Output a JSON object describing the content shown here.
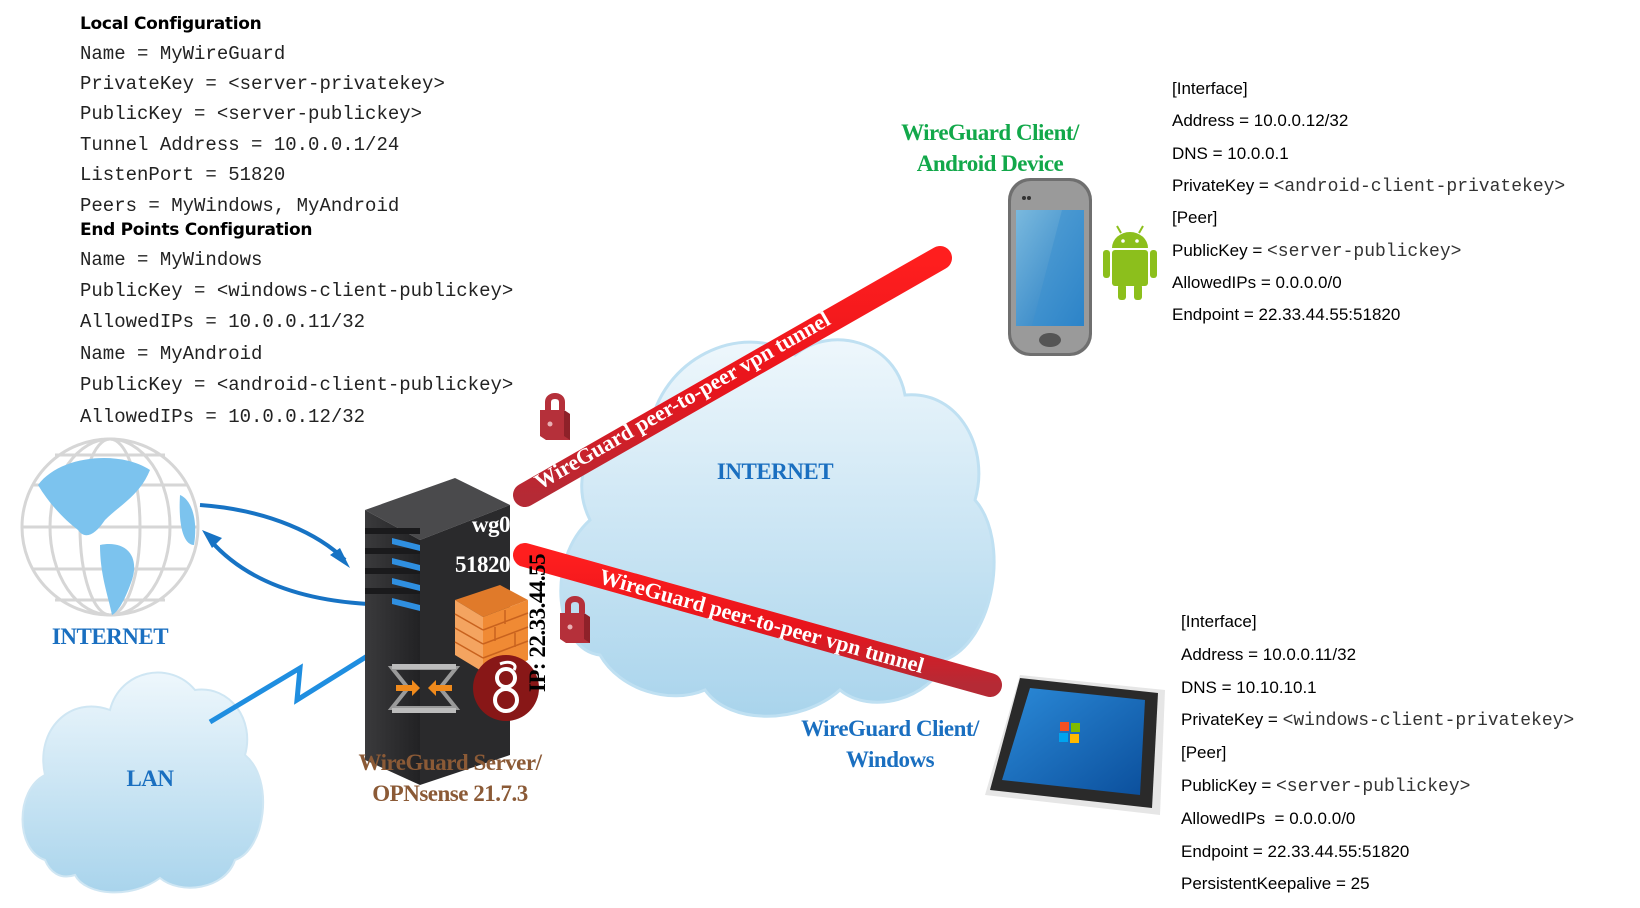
{
  "server_config": {
    "local_heading": "Local Configuration",
    "local_lines": [
      "Name = MyWireGuard",
      "PrivateKey = <server-privatekey>",
      "PublicKey = <server-publickey>",
      "Tunnel Address = 10.0.0.1/24",
      "ListenPort = 51820",
      "Peers = MyWindows, MyAndroid"
    ],
    "endpoints_heading": "End Points Configuration",
    "endpoint_lines": [
      "Name = MyWindows",
      "PublicKey = <windows-client-publickey>",
      "AllowedIPs = 10.0.0.11/32",
      "Name = MyAndroid",
      "PublicKey = <android-client-publickey>",
      "AllowedIPs = 10.0.0.12/32"
    ]
  },
  "android_config": {
    "lines": [
      {
        "key": "[Interface]",
        "value": ""
      },
      {
        "key": "Address = ",
        "value": "10.0.0.12/32"
      },
      {
        "key": "DNS = ",
        "value": "10.0.0.1"
      },
      {
        "key": "PrivateKey = ",
        "value": "<android-client-privatekey>",
        "mono": true
      },
      {
        "key": "[Peer]",
        "value": ""
      },
      {
        "key": "PublicKey = ",
        "value": "<server-publickey>",
        "mono": true
      },
      {
        "key": "AllowedIPs = ",
        "value": "0.0.0.0/0"
      },
      {
        "key": "Endpoint = ",
        "value": "22.33.44.55:51820"
      }
    ]
  },
  "windows_config": {
    "lines": [
      {
        "key": "[Interface]",
        "value": ""
      },
      {
        "key": "Address = ",
        "value": "10.0.0.11/32"
      },
      {
        "key": "DNS = ",
        "value": "10.10.10.1"
      },
      {
        "key": "PrivateKey = ",
        "value": "<windows-client-privatekey>",
        "mono": true
      },
      {
        "key": "[Peer]",
        "value": ""
      },
      {
        "key": "PublicKey = ",
        "value": "<server-publickey>",
        "mono": true
      },
      {
        "key": "AllowedIPs  = ",
        "value": "0.0.0.0/0"
      },
      {
        "key": "Endpoint = ",
        "value": "22.33.44.55:51820"
      },
      {
        "key": "PersistentKeepalive = ",
        "value": "25"
      }
    ]
  },
  "labels": {
    "android_client_line1": "WireGuard Client/",
    "android_client_line2": "Android Device",
    "windows_client_line1": "WireGuard Client/",
    "windows_client_line2": "Windows",
    "server_line1": "WireGuard Server/",
    "server_line2": "OPNsense 21.7.3",
    "server_interface": "wg0",
    "server_port": "51820",
    "server_ip": "IP: 22.33.44.55",
    "internet_cloud": "INTERNET",
    "internet_globe": "INTERNET",
    "lan_cloud": "LAN",
    "tunnel_upper": "WireGuard peer-to-peer vpn tunnel",
    "tunnel_lower": "WireGuard peer-to-peer vpn tunnel"
  },
  "colors": {
    "android_label": "#12a84a",
    "windows_label": "#1a6fc0",
    "server_label": "#8b5a36",
    "cloud_label": "#1a6fc0",
    "tunnel_red": "#e8141c",
    "android_green": "#8cbf1c",
    "wireguard_red": "#881717"
  }
}
